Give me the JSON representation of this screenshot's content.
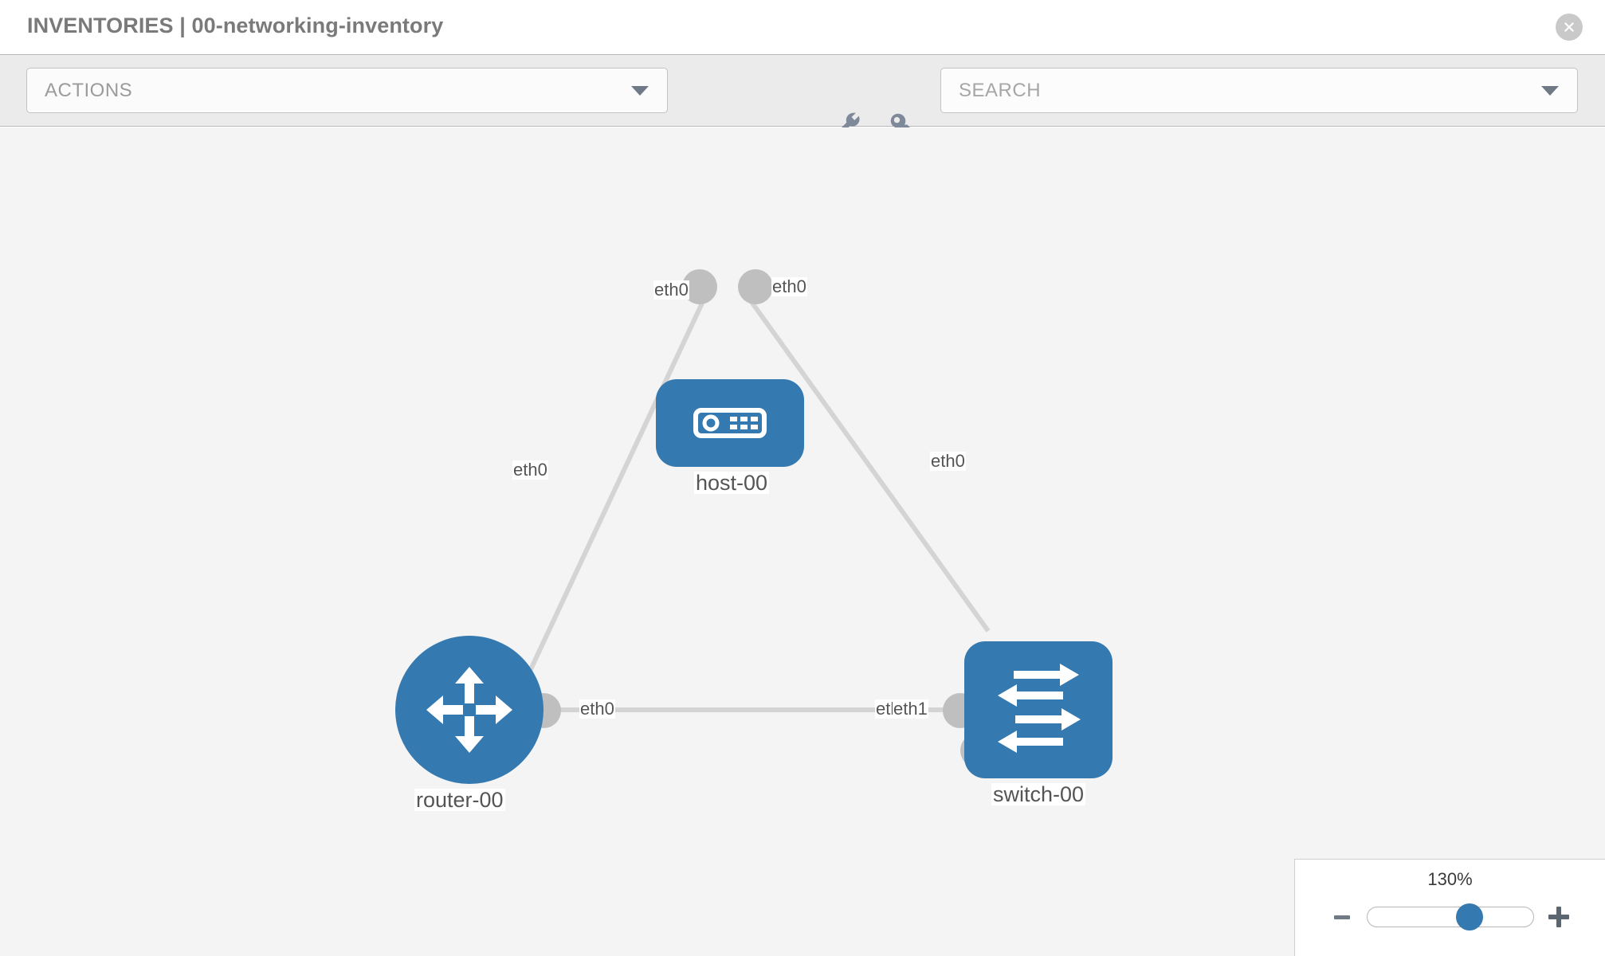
{
  "header": {
    "title": "INVENTORIES | 00-networking-inventory",
    "close_icon": "close-circle-icon"
  },
  "toolbar": {
    "actions_label": "ACTIONS",
    "actions_caret_icon": "chevron-down-icon",
    "wrench_icon": "wrench-icon",
    "key_icon": "key-icon",
    "search_placeholder": "SEARCH",
    "search_value": "",
    "search_caret_icon": "chevron-down-icon"
  },
  "topology": {
    "background_color": "#f4f4f4",
    "node_color": "#3479b0",
    "link_color": "#d4d4d4",
    "connector_color": "#bfbfbf",
    "nodes": [
      {
        "id": "host-00",
        "label": "host-00",
        "icon": "server-icon",
        "shape": "rounded-rect"
      },
      {
        "id": "router-00",
        "label": "router-00",
        "icon": "router-arrows-icon",
        "shape": "circle"
      },
      {
        "id": "switch-00",
        "label": "switch-00",
        "icon": "switch-arrows-icon",
        "shape": "rounded-square"
      }
    ],
    "links": [
      {
        "source": "host-00",
        "target": "router-00",
        "source_interface": "eth0",
        "target_interface": "eth0"
      },
      {
        "source": "host-00",
        "target": "switch-00",
        "source_interface": "eth0",
        "target_interface": "eth0"
      },
      {
        "source": "router-00",
        "target": "switch-00",
        "source_interface": "eth0",
        "target_interface": "eth1"
      }
    ],
    "overlapping_interface_label": "eth0"
  },
  "zoom": {
    "value_label": "130%",
    "percent": 130,
    "minus_icon": "minus-icon",
    "plus_icon": "plus-icon",
    "thumb_position_percent": 62
  }
}
